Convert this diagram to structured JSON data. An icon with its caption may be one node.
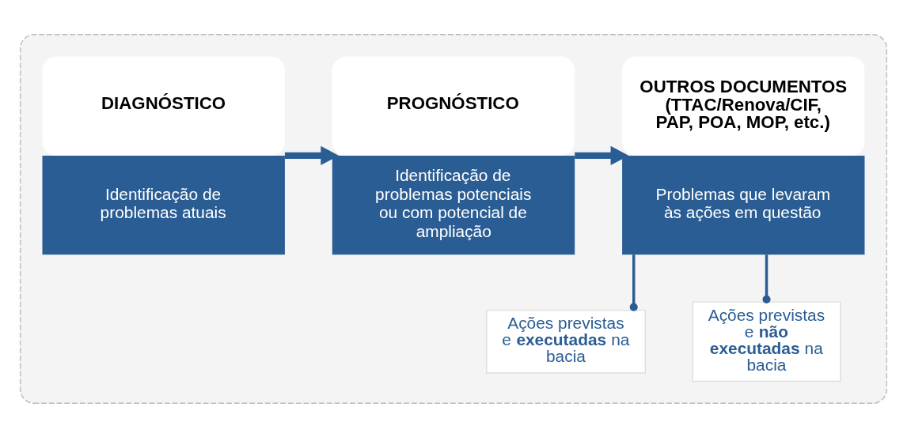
{
  "diagram": {
    "nodes": [
      {
        "text": [],
        "shape": "box"
      },
      {
        "text": [
          "DIAGNÓSTICO",
          "Identificação de problemas atuais"
        ],
        "in": 0
      },
      {
        "text": [
          "PROGNÓSTICO",
          "Identificação de problemas potenciais ou com potencial de ampliação"
        ],
        "in": 0
      },
      {
        "text": [
          "OUTROS DOCUMENTOS (TTAC/Renova/CIF, PAP, POA, MOP, etc.)",
          "Problemas que levaram às ações em questão"
        ],
        "in": 0
      },
      {
        "text": [
          "Ações previstas e **executadas** na bacia"
        ],
        "in": 0
      },
      {
        "text": [
          "Ações previstas e **não executadas** na bacia"
        ],
        "in": 0
      }
    ],
    "edges": [
      {
        "from": 1,
        "to": 2,
        "arrow": "to",
        "style": "thick"
      },
      {
        "from": 2,
        "to": 3,
        "arrow": "to",
        "style": "thick"
      },
      {
        "from": 3,
        "to": 4,
        "arrow": "other"
      },
      {
        "from": 3,
        "to": 5,
        "arrow": "other"
      }
    ]
  }
}
